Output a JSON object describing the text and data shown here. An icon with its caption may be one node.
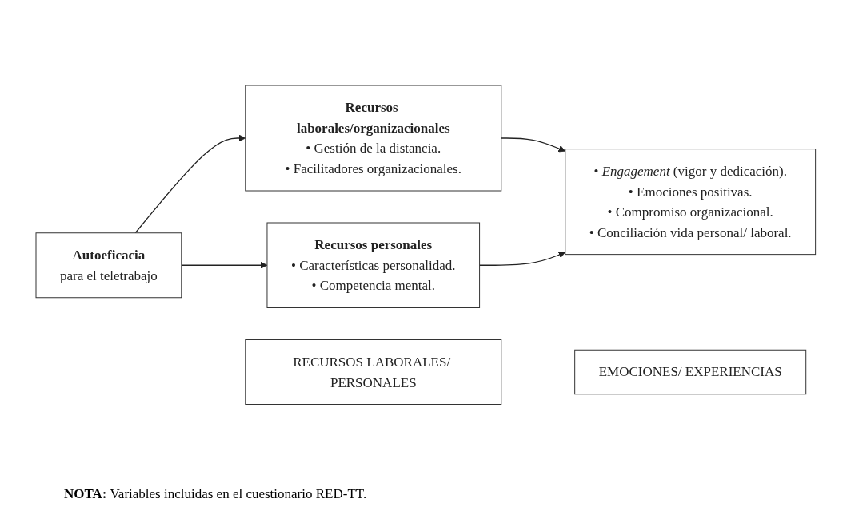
{
  "diagram": {
    "nodes": [
      {
        "text": [
          "RECURSOS LABORALES/ PERSONALES"
        ]
      },
      {
        "text": [
          "EMOCIONES/ EXPERIENCIAS"
        ]
      },
      {
        "text": [
          "Autoeficacia",
          "para el teletrabajo"
        ]
      },
      {
        "text": [
          "Recursos laborales/organizacionales",
          "• Gestión de la distancia.",
          "• Facilitadores organizacionales."
        ]
      },
      {
        "text": [
          "Recursos personales",
          "• Características personalidad.",
          "• Competencia mental."
        ]
      },
      {
        "text": [
          "• *Engagement* (vigor y dedicación).",
          "• Emociones positivas.",
          "• Compromiso organizacional.",
          "• Conciliación vida personal/ laboral."
        ]
      }
    ],
    "edges": [
      {
        "from": 2,
        "to": 3,
        "arrow": "to"
      },
      {
        "from": 2,
        "to": 4,
        "arrow": "to"
      },
      {
        "from": 3,
        "to": 5,
        "arrow": "to"
      },
      {
        "from": 4,
        "to": 5,
        "arrow": "to"
      }
    ],
    "labels": [
      "**NOTA:** Variables incluidas en el cuestionario RED-TT."
    ]
  }
}
